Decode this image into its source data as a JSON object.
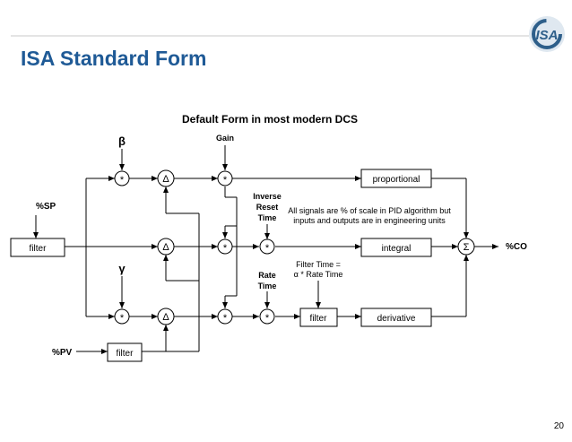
{
  "slide": {
    "title": "ISA Standard Form",
    "page_number": "20",
    "logo_text": "ISA",
    "colors": {
      "title": "#1f5a96",
      "rule": "#c8c8c8",
      "logo": "#2e5f8a"
    }
  },
  "diagram": {
    "heading": "Default Form in most modern DCS",
    "labels": {
      "beta": "β",
      "gamma": "γ",
      "gain": "Gain",
      "inverse_reset_time": [
        "Inverse",
        "Reset",
        "Time"
      ],
      "rate_time": [
        "Rate",
        "Time"
      ],
      "sp": "%SP",
      "pv": "%PV",
      "co": "%CO",
      "note": [
        "All signals are % of scale in PID algorithm but",
        "inputs and outputs are in engineering units"
      ],
      "filter_time": [
        "Filter Time =",
        "α * Rate Time"
      ]
    },
    "blocks": {
      "filter_sp": "filter",
      "filter_pv": "filter",
      "filter_d": "filter",
      "proportional": "proportional",
      "integral": "integral",
      "derivative": "derivative"
    },
    "symbols": {
      "mult": "*",
      "delta": "Δ",
      "sum": "Σ"
    }
  }
}
